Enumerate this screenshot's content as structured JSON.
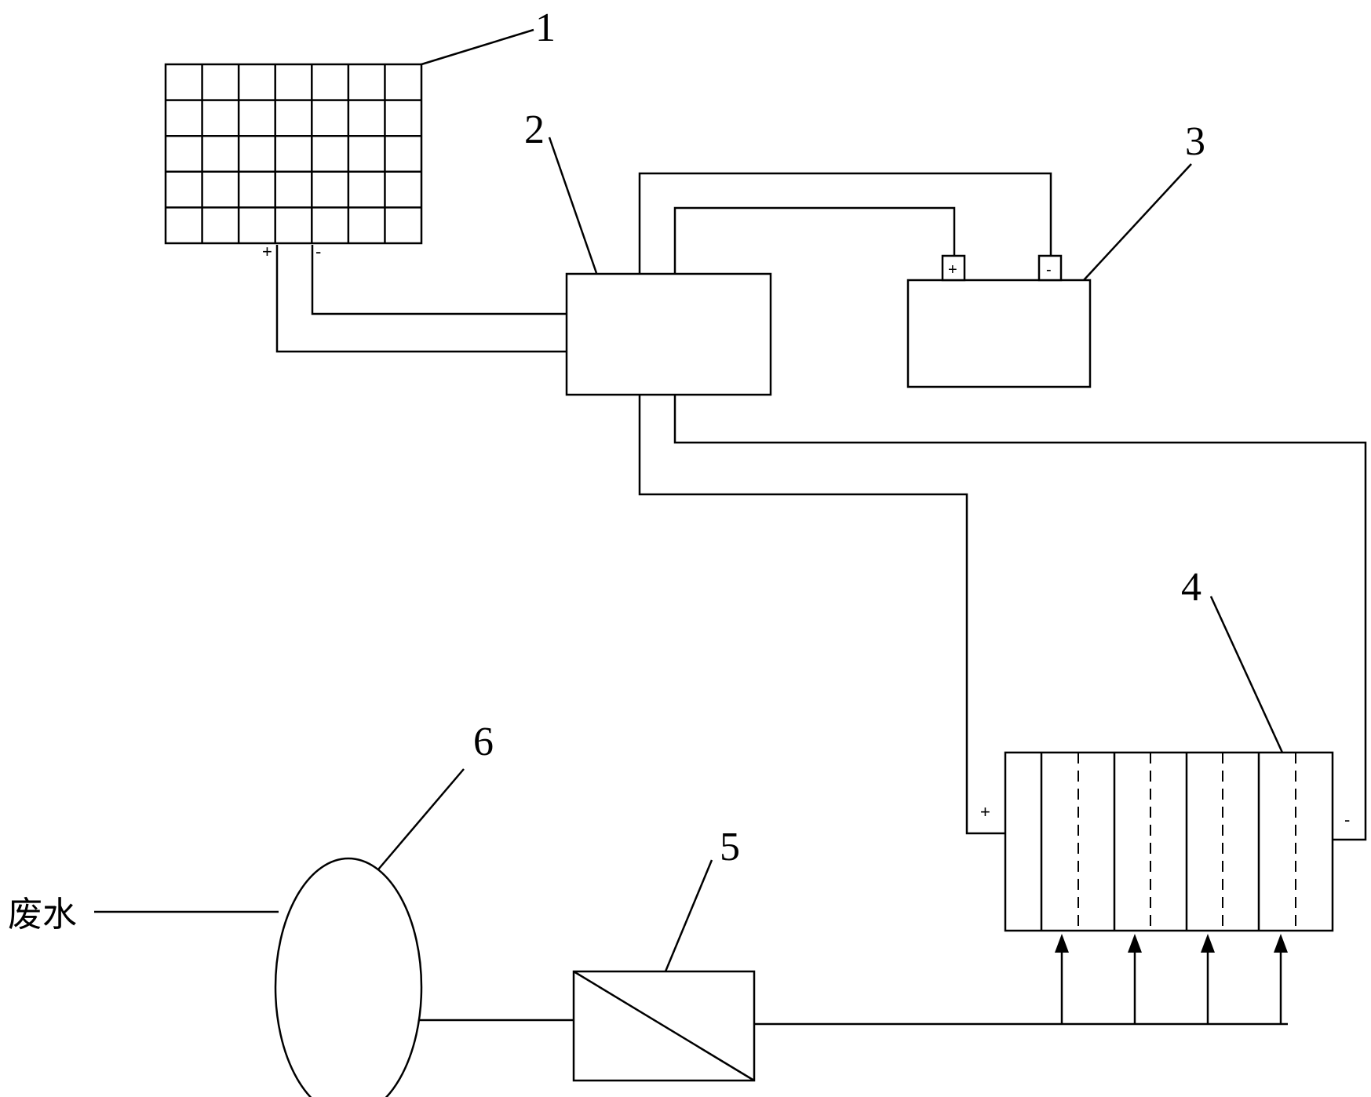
{
  "labels": {
    "solar_panel": "1",
    "controller": "2",
    "battery": "3",
    "electrolyzer": "4",
    "filter": "5",
    "tank": "6"
  },
  "signs": {
    "solar_plus": "+",
    "solar_minus": "-",
    "battery_plus": "+",
    "battery_minus": "-",
    "cell_plus": "+",
    "cell_minus": "-"
  },
  "wastewater_label": "废水"
}
